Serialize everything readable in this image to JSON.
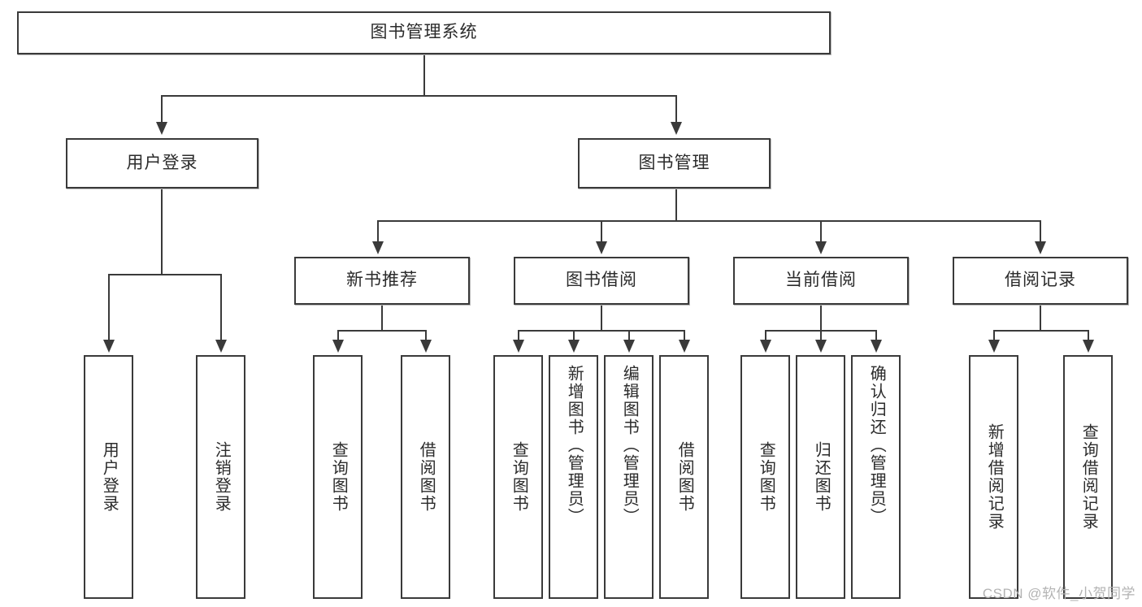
{
  "diagram": {
    "type": "tree",
    "title": "图书管理系统",
    "levels": {
      "root": {
        "label": "图书管理系统"
      },
      "level2": [
        {
          "label": "用户登录"
        },
        {
          "label": "图书管理"
        }
      ],
      "level3": [
        {
          "label": "新书推荐"
        },
        {
          "label": "图书借阅"
        },
        {
          "label": "当前借阅"
        },
        {
          "label": "借阅记录"
        }
      ],
      "leaves": {
        "user_login": [
          {
            "label": "用户登录"
          },
          {
            "label": "注销登录"
          }
        ],
        "new_book_rec": [
          {
            "label": "查询图书"
          },
          {
            "label": "借阅图书"
          }
        ],
        "book_borrow": [
          {
            "label": "查询图书"
          },
          {
            "label": "新增图书（管理员）"
          },
          {
            "label": "编辑图书（管理员）"
          },
          {
            "label": "借阅图书"
          }
        ],
        "current_borrow": [
          {
            "label": "查询图书"
          },
          {
            "label": "归还图书"
          },
          {
            "label": "确认归还（管理员）"
          }
        ],
        "borrow_record": [
          {
            "label": "新增借阅记录"
          },
          {
            "label": "查询借阅记录"
          }
        ]
      }
    }
  },
  "watermark": {
    "text": "CSDN @软件_小贺同学"
  },
  "colors": {
    "stroke": "#3a3a3a",
    "text": "#2b2b2b",
    "background": "#ffffff",
    "watermark": "#b3b3b3"
  }
}
